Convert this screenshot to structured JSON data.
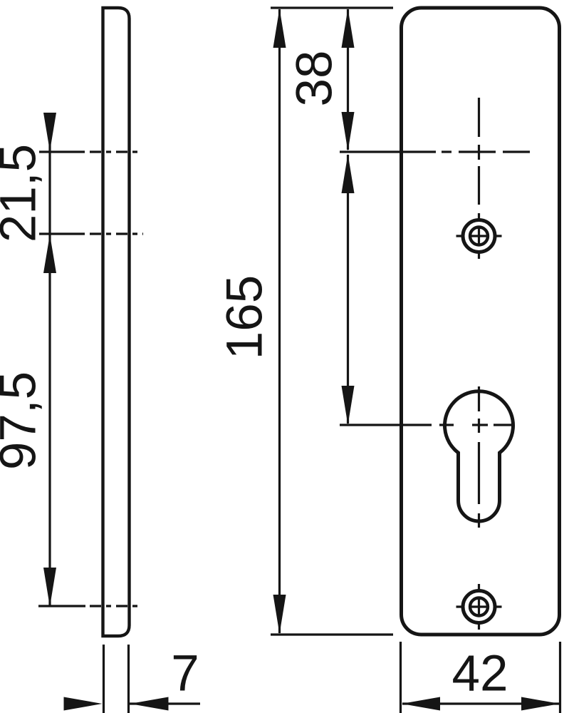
{
  "colors": {
    "line": "#151515",
    "background": "#ffffff"
  },
  "dimensions": {
    "side_view": {
      "handle_to_top_screw": "21,5",
      "screw_to_screw": "97,5",
      "plate_thickness": "7"
    },
    "front_view": {
      "top_edge_to_handle": "38",
      "overall_height": "165",
      "overall_width": "42"
    }
  }
}
